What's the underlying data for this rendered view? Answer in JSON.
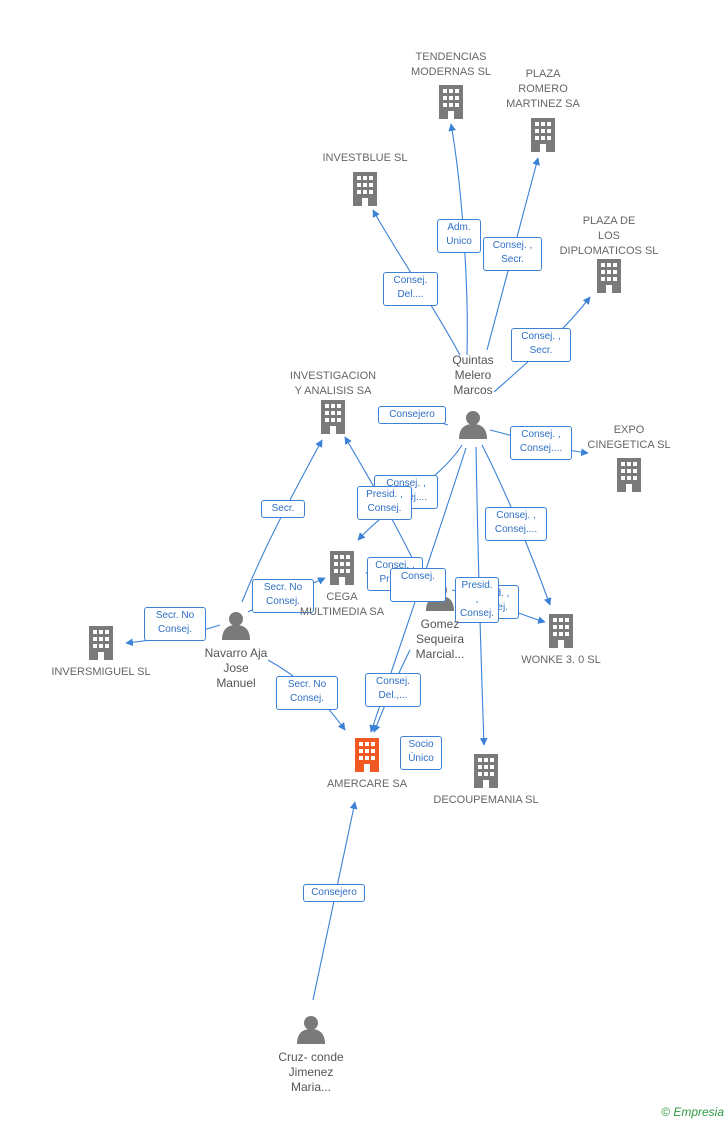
{
  "colors": {
    "edge": "#3b82d6",
    "company": "#7a7a7a",
    "focus_company": "#f05a22",
    "person": "#7a7a7a"
  },
  "nodes": [
    {
      "id": "amercare",
      "type": "company",
      "focus": true,
      "label": "AMERCARE SA",
      "icon": "building-icon"
    },
    {
      "id": "tendencias",
      "type": "company",
      "label": "TENDENCIAS\nMODERNAS SL",
      "icon": "building-icon"
    },
    {
      "id": "plaza_romero",
      "type": "company",
      "label": "PLAZA\nROMERO\nMARTINEZ SA",
      "icon": "building-icon"
    },
    {
      "id": "investblue",
      "type": "company",
      "label": "INVESTBLUE SL",
      "icon": "building-icon"
    },
    {
      "id": "plaza_diplo",
      "type": "company",
      "label": "PLAZA DE\nLOS\nDIPLOMATICOS SL",
      "icon": "building-icon"
    },
    {
      "id": "investigacion",
      "type": "company",
      "label": "INVESTIGACION\nY ANALISIS SA",
      "icon": "building-icon"
    },
    {
      "id": "expo",
      "type": "company",
      "label": "EXPO\nCINEGETICA SL",
      "icon": "building-icon"
    },
    {
      "id": "cega",
      "type": "company",
      "label": "CEGA\nMULTIMEDIA SA",
      "icon": "building-icon"
    },
    {
      "id": "inversmiguel",
      "type": "company",
      "label": "INVERSMIGUEL SL",
      "icon": "building-icon"
    },
    {
      "id": "wonke",
      "type": "company",
      "label": "WONKE 3. 0 SL",
      "icon": "building-icon"
    },
    {
      "id": "decoupemania",
      "type": "company",
      "label": "DECOUPEMANIA SL",
      "icon": "building-icon"
    },
    {
      "id": "quintas",
      "type": "person",
      "label": "Quintas\nMelero\nMarcos",
      "icon": "person-icon"
    },
    {
      "id": "navarro",
      "type": "person",
      "label": "Navarro Aja\nJose\nManuel",
      "icon": "person-icon"
    },
    {
      "id": "gomez",
      "type": "person",
      "label": "Gomez\nSequeira\nMarcial...",
      "icon": "person-icon"
    },
    {
      "id": "cruz",
      "type": "person",
      "label": "Cruz- conde\nJimenez\nMaria...",
      "icon": "person-icon"
    }
  ],
  "edges": [
    {
      "from": "quintas",
      "to": "tendencias",
      "label": "Adm.\nUnico"
    },
    {
      "from": "quintas",
      "to": "plaza_romero",
      "label": "Consej. ,\nSecr."
    },
    {
      "from": "quintas",
      "to": "investblue",
      "label": "Consej.\nDel...."
    },
    {
      "from": "quintas",
      "to": "plaza_diplo",
      "label": "Consej. ,\nSecr."
    },
    {
      "from": "quintas",
      "to": "investigacion",
      "label": "Consejero"
    },
    {
      "from": "quintas",
      "to": "expo",
      "label": "Consej. ,\nConsej...."
    },
    {
      "from": "quintas",
      "to": "wonke",
      "label": "Consej. ,\nConsej...."
    },
    {
      "from": "quintas",
      "to": "cega",
      "label": "Consej. ,\nConsej...."
    },
    {
      "from": "quintas",
      "to": "decoupemania",
      "label": "Presid. ,\nConsej."
    },
    {
      "from": "quintas",
      "to": "amercare",
      "label": "Consej.\nDel.,..."
    },
    {
      "from": "gomez",
      "to": "investigacion",
      "label": "Presid. ,\nConsej."
    },
    {
      "from": "gomez",
      "to": "cega",
      "label": "Consej. ,\nPresid."
    },
    {
      "from": "gomez",
      "to": "wonke",
      "label": "Presid. ,\nConsej."
    },
    {
      "from": "gomez",
      "to": "amercare",
      "label": "Consej."
    },
    {
      "from": "navarro",
      "to": "investigacion",
      "label": "Secr."
    },
    {
      "from": "navarro",
      "to": "cega",
      "label": "Secr. No\nConsej."
    },
    {
      "from": "navarro",
      "to": "inversmiguel",
      "label": "Secr. No\nConsej."
    },
    {
      "from": "navarro",
      "to": "amercare",
      "label": "Secr. No\nConsej."
    },
    {
      "from": "amercare",
      "to": "amercare",
      "label": "Socio\nÚnico"
    },
    {
      "from": "cruz",
      "to": "amercare",
      "label": "Consejero"
    }
  ],
  "watermark": {
    "symbol": "©",
    "text": "Empresia"
  }
}
